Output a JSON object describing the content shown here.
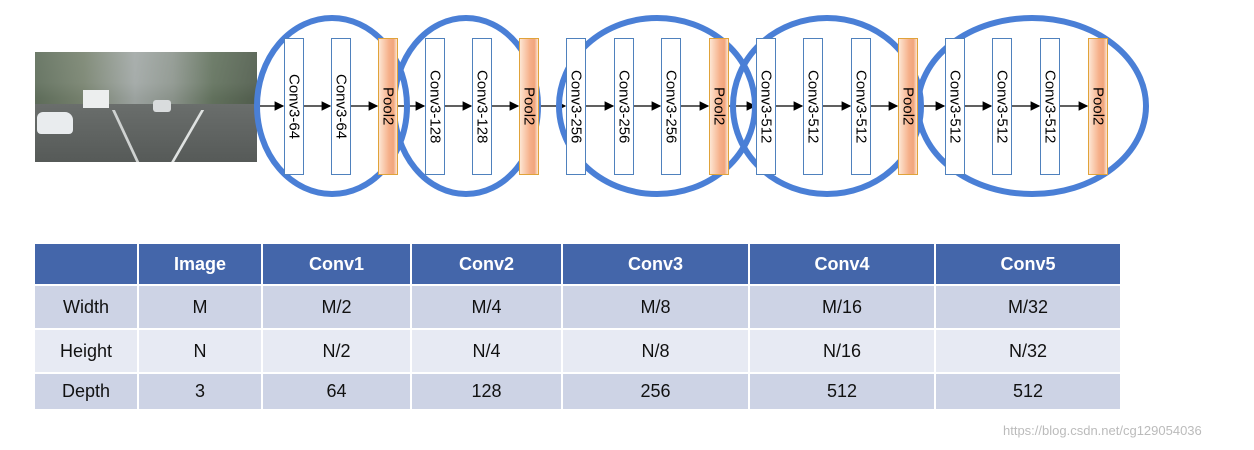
{
  "network": {
    "layers": [
      {
        "label": "Conv3-64",
        "kind": "conv"
      },
      {
        "label": "Conv3-64",
        "kind": "conv"
      },
      {
        "label": "Pool2",
        "kind": "pool"
      },
      {
        "label": "Conv3-128",
        "kind": "conv"
      },
      {
        "label": "Conv3-128",
        "kind": "conv"
      },
      {
        "label": "Pool2",
        "kind": "pool"
      },
      {
        "label": "Conv3-256",
        "kind": "conv"
      },
      {
        "label": "Conv3-256",
        "kind": "conv"
      },
      {
        "label": "Conv3-256",
        "kind": "conv"
      },
      {
        "label": "Pool2",
        "kind": "pool"
      },
      {
        "label": "Conv3-512",
        "kind": "conv"
      },
      {
        "label": "Conv3-512",
        "kind": "conv"
      },
      {
        "label": "Conv3-512",
        "kind": "conv"
      },
      {
        "label": "Pool2",
        "kind": "pool"
      },
      {
        "label": "Conv3-512",
        "kind": "conv"
      },
      {
        "label": "Conv3-512",
        "kind": "conv"
      },
      {
        "label": "Conv3-512",
        "kind": "conv"
      },
      {
        "label": "Pool2",
        "kind": "pool"
      }
    ],
    "colors": {
      "circle": "#4a7fd6",
      "conv_border": "#4f81bd",
      "pool_fill": "#f6b08a",
      "arrow": "#000000"
    }
  },
  "table": {
    "headers": [
      "",
      "Image",
      "Conv1",
      "Conv2",
      "Conv3",
      "Conv4",
      "Conv5"
    ],
    "rows": [
      [
        "Width",
        "M",
        "M/2",
        "M/4",
        "M/8",
        "M/16",
        "M/32"
      ],
      [
        "Height",
        "N",
        "N/2",
        "N/4",
        "N/8",
        "N/16",
        "N/32"
      ],
      [
        "Depth",
        "3",
        "64",
        "128",
        "256",
        "512",
        "512"
      ]
    ],
    "colors": {
      "header": "#4466aa",
      "row_dark": "#cdd3e5",
      "row_light": "#e7eaf3"
    }
  },
  "watermark": "https://blog.csdn.net/cg129054036"
}
